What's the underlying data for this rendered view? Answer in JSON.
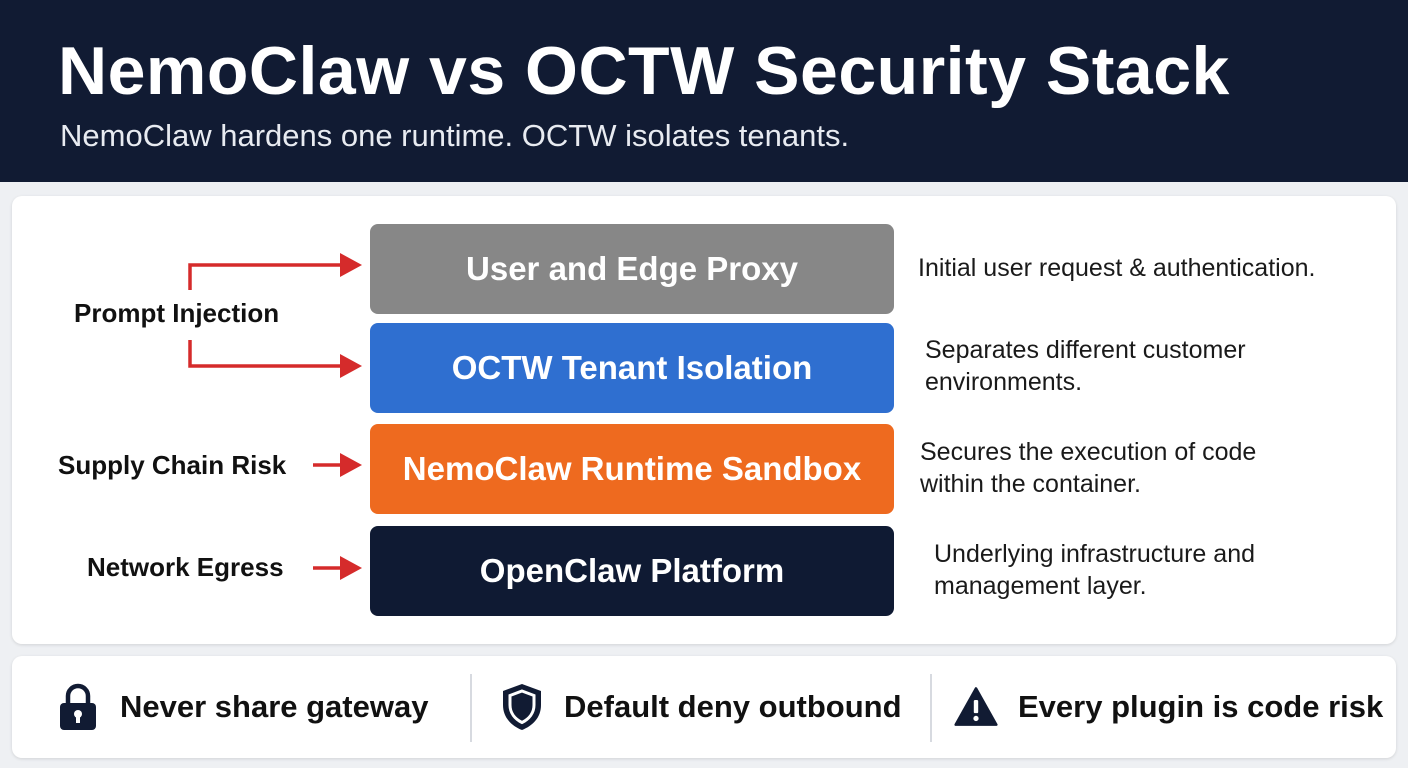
{
  "header": {
    "title": "NemoClaw vs OCTW Security Stack",
    "subtitle": "NemoClaw hardens one runtime. OCTW isolates tenants."
  },
  "layers": [
    {
      "label": "User and Edge Proxy",
      "color": "#878787",
      "description_lines": [
        "Initial user request & authentication."
      ]
    },
    {
      "label": "OCTW Tenant Isolation",
      "color": "#2f6fd0",
      "description_lines": [
        "Separates different customer",
        "environments."
      ]
    },
    {
      "label": "NemoClaw Runtime Sandbox",
      "color": "#ee6a1f",
      "description_lines": [
        "Secures the execution of code",
        "within the container."
      ]
    },
    {
      "label": "OpenClaw Platform",
      "color": "#0f1a33",
      "description_lines": [
        "Underlying infrastructure and",
        "management layer."
      ]
    }
  ],
  "threats": {
    "prompt_injection": "Prompt Injection",
    "supply_chain": "Supply Chain Risk",
    "network_egress": "Network Egress",
    "arrow_color": "#d52b2b"
  },
  "footer": {
    "items": [
      {
        "icon": "lock-icon",
        "label": "Never share gateway"
      },
      {
        "icon": "shield-icon",
        "label": "Default deny outbound"
      },
      {
        "icon": "warning-icon",
        "label": "Every plugin is code risk"
      }
    ]
  }
}
